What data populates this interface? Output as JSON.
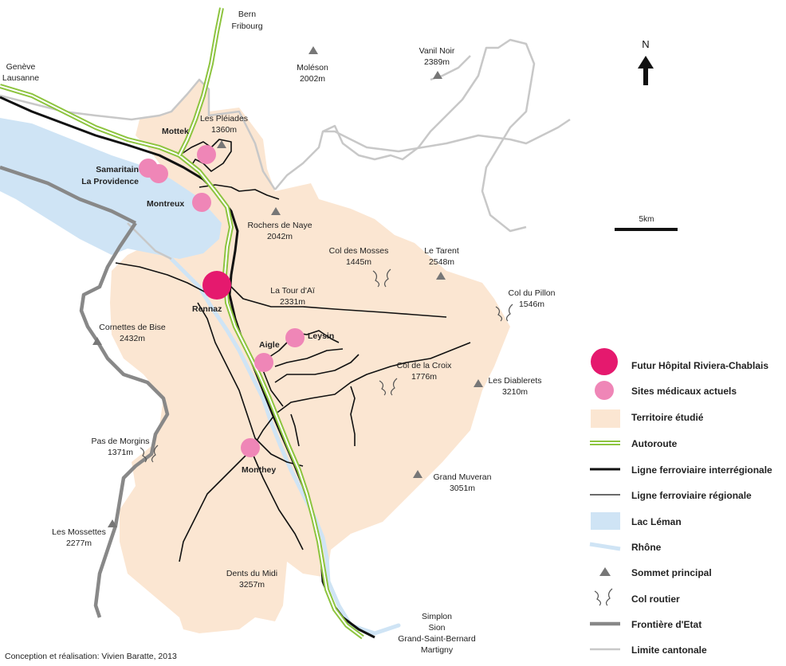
{
  "north_label": "N",
  "scale_label": "5km",
  "credit": "Conception et réalisation: Vivien Baratte, 2013",
  "places": {
    "geneve": [
      "Genève",
      "Lausanne"
    ],
    "bern": [
      "Bern",
      "Fribourg"
    ],
    "simplon": [
      "Simplon",
      "Sion",
      "Grand-Saint-Bernard",
      "Martigny"
    ]
  },
  "summits": {
    "moleson": [
      "Moléson",
      "2002m"
    ],
    "vanil_noir": [
      "Vanil Noir",
      "2389m"
    ],
    "pleiades": [
      "Les Pléiades",
      "1360m"
    ],
    "rochers": [
      "Rochers de Naye",
      "2042m"
    ],
    "tarent": [
      "Le Tarent",
      "2548m"
    ],
    "tour_ai": [
      "La Tour d'Aï",
      "2331m"
    ],
    "cornettes": [
      "Cornettes de Bise",
      "2432m"
    ],
    "diablerets": [
      "Les Diablerets",
      "3210m"
    ],
    "muveran": [
      "Grand Muveran",
      "3051m"
    ],
    "mossettes": [
      "Les Mossettes",
      "2277m"
    ],
    "dents": [
      "Dents du Midi",
      "3257m"
    ]
  },
  "passes": {
    "mosses": [
      "Col des Mosses",
      "1445m"
    ],
    "pillon": [
      "Col du Pillon",
      "1546m"
    ],
    "croix": [
      "Col de la Croix",
      "1776m"
    ],
    "morgins": [
      "Pas de Morgins",
      "1371m"
    ]
  },
  "sites": {
    "mottek": "Mottek",
    "samaritain": [
      "Samaritain",
      "La Providence"
    ],
    "montreux": "Montreux",
    "rennaz": "Rennaz",
    "aigle": "Aigle",
    "leysin": "Leysin",
    "monthey": "Monthey"
  },
  "legend": [
    {
      "key": "hospital",
      "label": "Futur Hôpital Riviera-Chablais",
      "color": "#e5196e"
    },
    {
      "key": "site",
      "label": "Sites médicaux actuels",
      "color": "#ef86b7"
    },
    {
      "key": "territory",
      "label": "Territoire étudié",
      "color": "#fbe6d2"
    },
    {
      "key": "highway",
      "label": "Autoroute",
      "color": "#8dc43f"
    },
    {
      "key": "rail_inter",
      "label": "Ligne ferroviaire interrégionale",
      "color": "#111111"
    },
    {
      "key": "rail_reg",
      "label": "Ligne ferroviaire régionale",
      "color": "#111111"
    },
    {
      "key": "lake",
      "label": "Lac Léman",
      "color": "#cfe4f5"
    },
    {
      "key": "river",
      "label": "Rhône",
      "color": "#cfe4f5"
    },
    {
      "key": "summit",
      "label": "Sommet principal",
      "color": "#777777"
    },
    {
      "key": "pass",
      "label": "Col routier",
      "color": "#555555"
    },
    {
      "key": "border_state",
      "label": "Frontière d'Etat",
      "color": "#888888"
    },
    {
      "key": "border_canton",
      "label": "Limite cantonale",
      "color": "#c8c8c8"
    }
  ]
}
